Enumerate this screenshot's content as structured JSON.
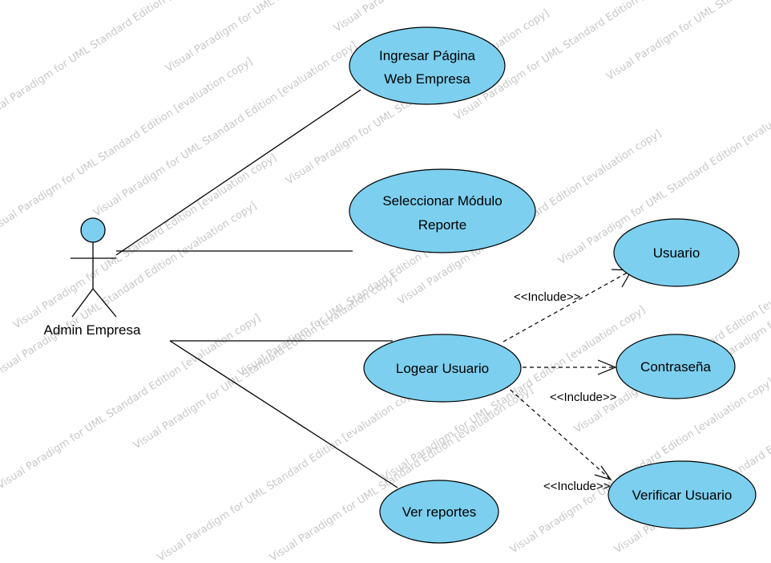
{
  "actor": {
    "name": "Admin Empresa",
    "head_color": "#7ccfee"
  },
  "use_cases": {
    "ingresar": {
      "line1": "Ingresar Página",
      "line2": "Web Empresa"
    },
    "seleccionar": {
      "line1": "Seleccionar Módulo",
      "line2": "Reporte"
    },
    "logear": {
      "label": "Logear Usuario"
    },
    "ver": {
      "label": "Ver reportes"
    },
    "usuario": {
      "label": "Usuario"
    },
    "contrasena": {
      "label": "Contraseña"
    },
    "verificar": {
      "label": "Verificar Usuario"
    }
  },
  "relations": {
    "include_usuario": "<<Include>>",
    "include_contrasena": "<<Include>>",
    "include_verificar": "<<Include>>"
  },
  "watermark": {
    "text": "Visual Paradigm for UML Standard Edition [evaluation copy]"
  },
  "colors": {
    "use_case_fill": "#7ccfee",
    "watermark": "#c8c8c8"
  }
}
